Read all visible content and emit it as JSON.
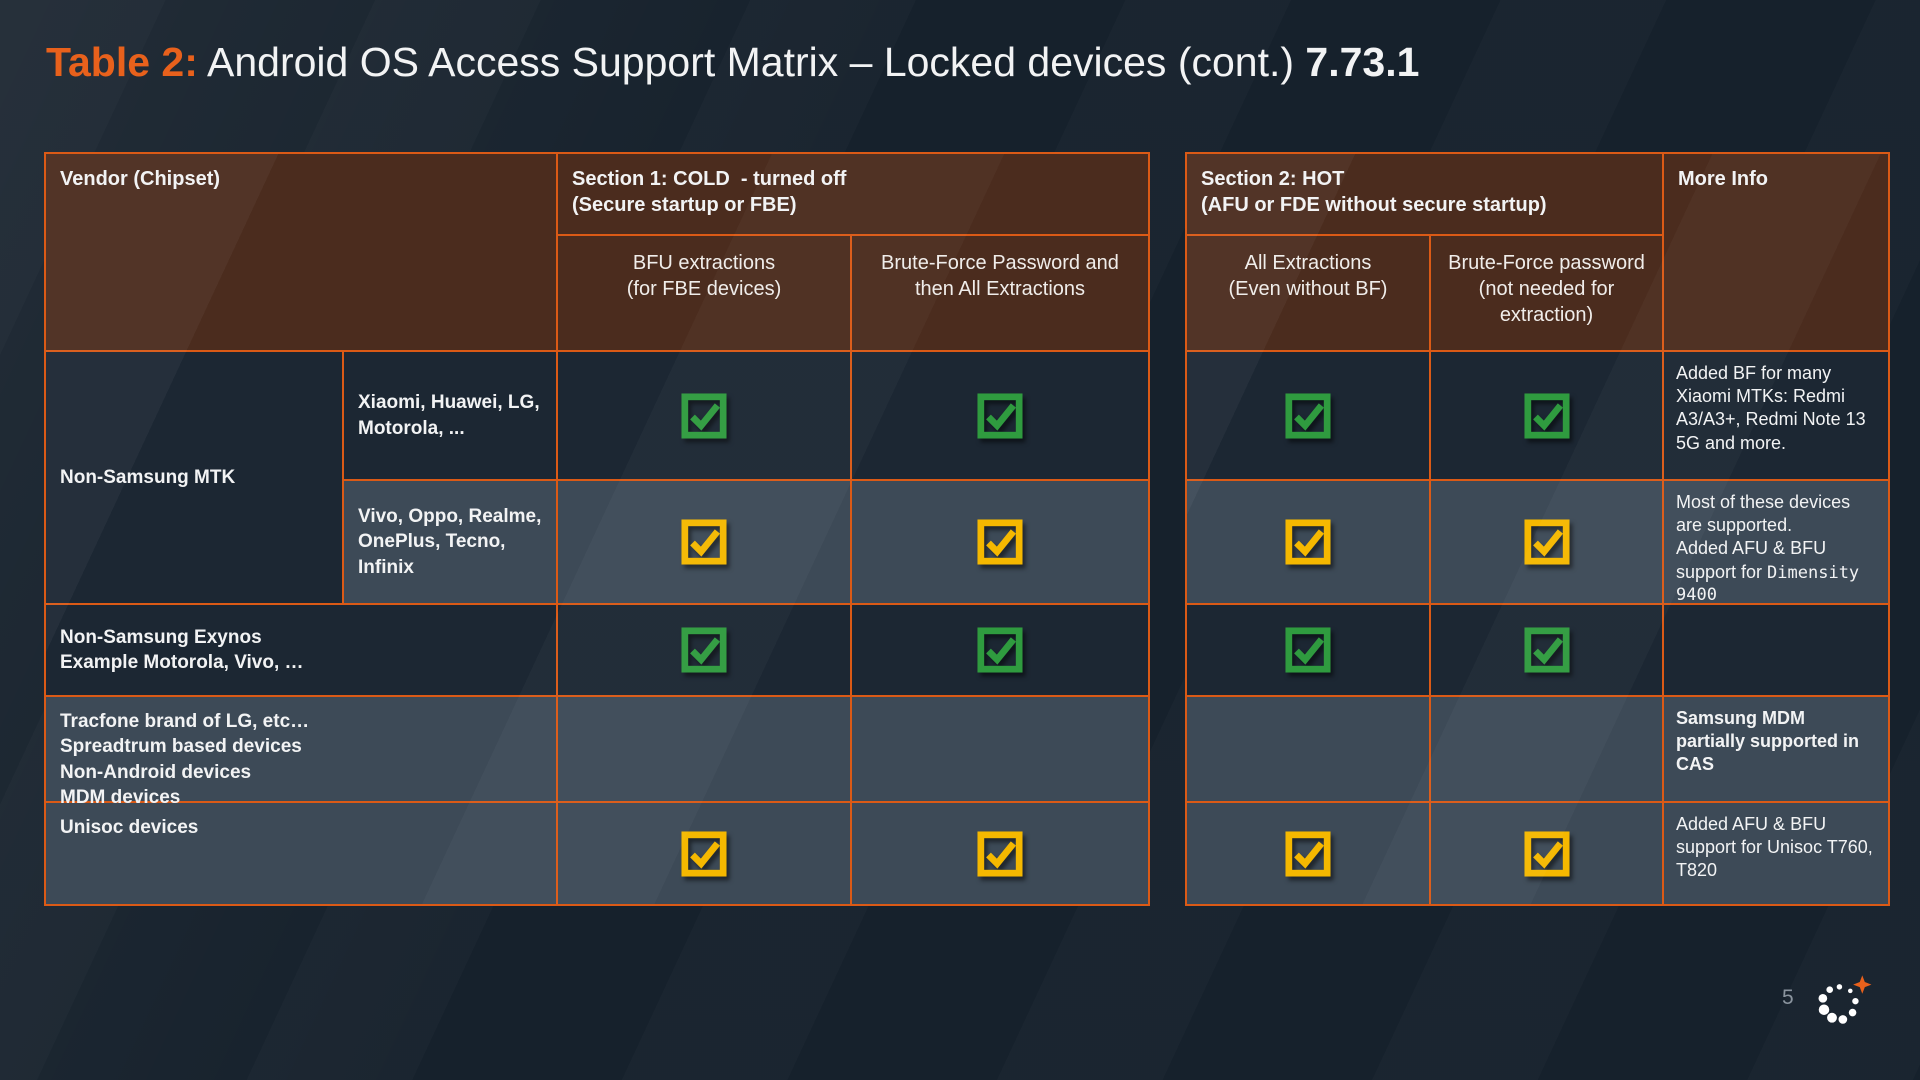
{
  "slide": {
    "title_prefix": "Table 2:",
    "title_main": " Android OS Access Support Matrix – Locked devices (cont.) ",
    "title_version": "7.73.1",
    "page_number": "5"
  },
  "left_table": {
    "header": {
      "vendor": "Vendor (Chipset)",
      "section": "Section 1: COLD  - turned off\n(Secure startup or FBE)",
      "columns": [
        "BFU extractions\n(for FBE devices)",
        "Brute-Force Password and\nthen All Extractions"
      ]
    }
  },
  "right_table": {
    "header": {
      "section": "Section 2: HOT\n(AFU or FDE without secure startup)",
      "columns": [
        "All Extractions\n(Even without BF)",
        "Brute-Force password\n(not needed for\nextraction)"
      ],
      "more_info": "More Info"
    }
  },
  "rows": {
    "group_label": "Non-Samsung MTK",
    "r1": {
      "vendor": "Xiaomi, Huawei, LG,\nMotorola, ...",
      "check": "green",
      "more_info": "Added BF for many Xiaomi MTKs: Redmi A3/A3+, Redmi Note 13 5G and more."
    },
    "r2": {
      "vendor": "Vivo, Oppo, Realme,\nOnePlus, Tecno,\nInfinix",
      "check": "yellow",
      "more_info": "Most of these devices are supported.\nAdded AFU & BFU support for ",
      "more_info_mono": "Dimensity 9400"
    },
    "r3": {
      "vendor": "Non-Samsung Exynos\nExample Motorola, Vivo, …",
      "check": "green",
      "more_info": ""
    },
    "r4": {
      "vendor": "Tracfone brand of LG, etc…\nSpreadtrum based devices\nNon-Android devices\nMDM devices",
      "check": "none",
      "more_info": "Samsung MDM partially supported in CAS"
    },
    "r5": {
      "vendor": "Unisoc devices",
      "check": "yellow",
      "more_info": "Added AFU & BFU support for Unisoc T760, T820"
    }
  },
  "icons": {
    "green_check": "green-checkbox-icon",
    "yellow_check": "yellow-checkbox-icon",
    "logo": "dotted-circle-logo",
    "sparkle": "orange-sparkle-icon"
  },
  "colors": {
    "page_background": "#16212C",
    "accent_orange": "#E8611C",
    "grid_orange": "#DB5A16",
    "header_brown": "#4B2C1E",
    "cell_dark": "#1C2733",
    "cell_light": "#3D4A57",
    "check_green": "#2F9B3F",
    "check_yellow": "#F5B800",
    "text": "#F2F3F4",
    "page_number_grey": "#8A949E"
  }
}
